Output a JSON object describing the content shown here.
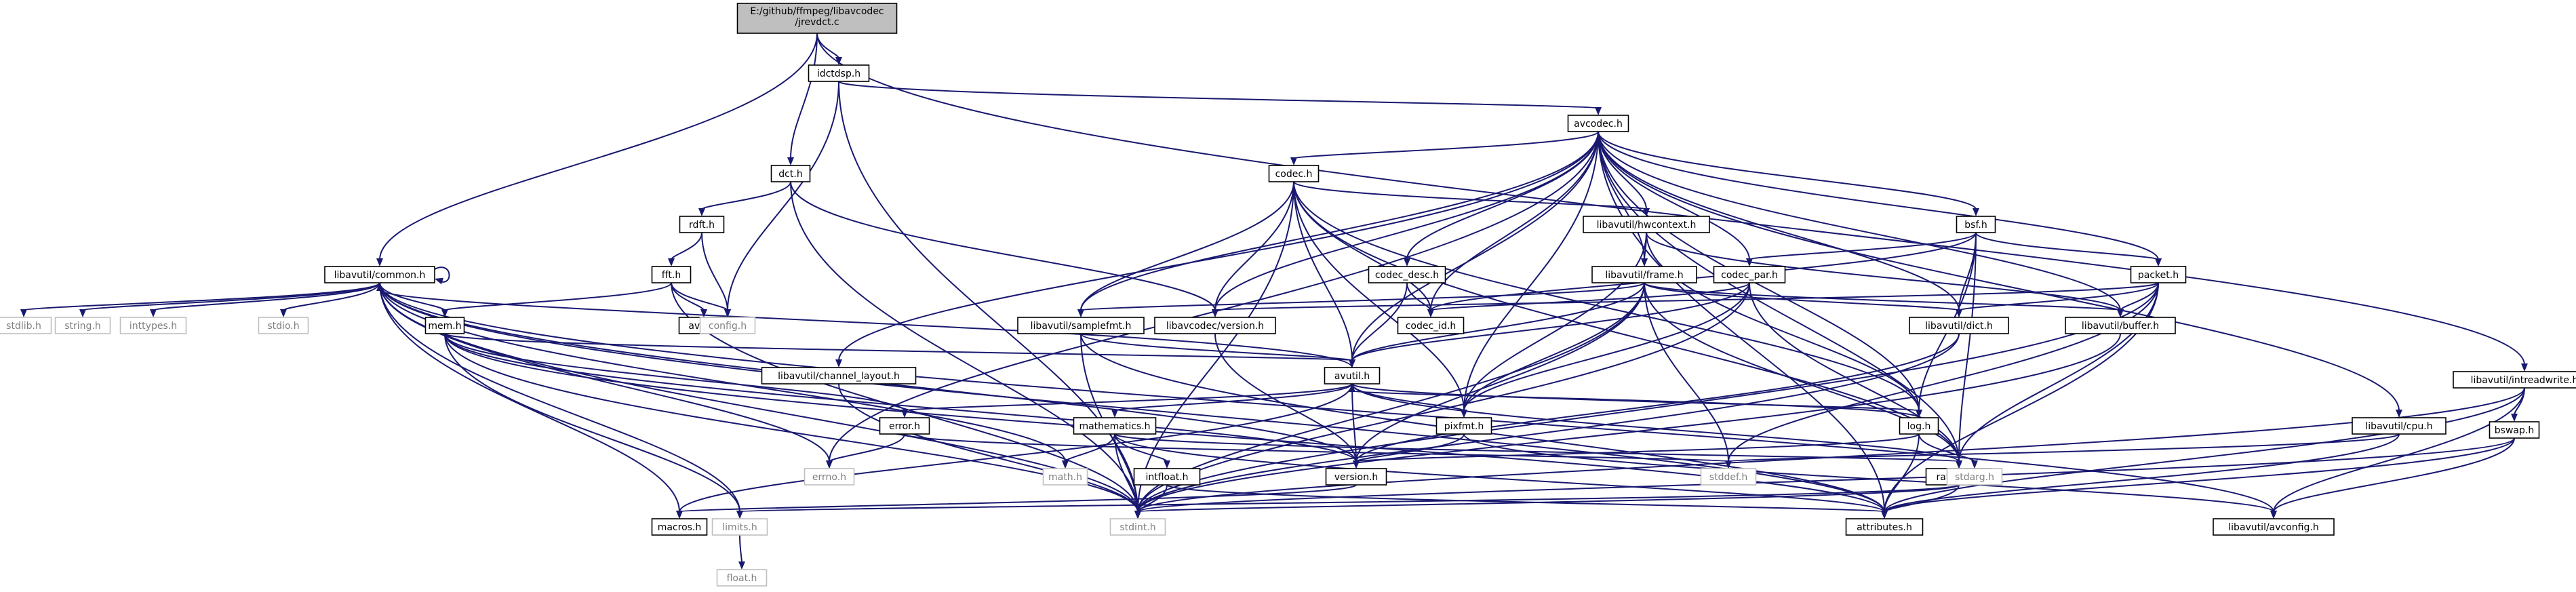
{
  "graph": {
    "colors": {
      "edge": "#191970",
      "node_border": "#000000",
      "root_fill": "#bfbfbf",
      "node_fill": "#ffffff",
      "external_border": "#bfbfbf",
      "external_text": "#7f7f7f",
      "text": "#000000"
    },
    "nodes": [
      {
        "id": "root",
        "lines": [
          "E:/github/ffmpeg/libavcodec",
          "/jrevdct.c"
        ],
        "kind": "root"
      },
      {
        "id": "idctdsp",
        "lines": [
          "idctdsp.h"
        ],
        "kind": "normal"
      },
      {
        "id": "avcodec",
        "lines": [
          "avcodec.h"
        ],
        "kind": "normal"
      },
      {
        "id": "intreadwrite",
        "lines": [
          "libavutil/intreadwrite.h"
        ],
        "kind": "normal"
      },
      {
        "id": "dct",
        "lines": [
          "dct.h"
        ],
        "kind": "normal"
      },
      {
        "id": "codec",
        "lines": [
          "codec.h"
        ],
        "kind": "normal"
      },
      {
        "id": "rdft",
        "lines": [
          "rdft.h"
        ],
        "kind": "normal"
      },
      {
        "id": "hwcontext",
        "lines": [
          "libavutil/hwcontext.h"
        ],
        "kind": "normal"
      },
      {
        "id": "bsf",
        "lines": [
          "bsf.h"
        ],
        "kind": "normal"
      },
      {
        "id": "fft",
        "lines": [
          "fft.h"
        ],
        "kind": "normal"
      },
      {
        "id": "common",
        "lines": [
          "libavutil/common.h"
        ],
        "kind": "normal"
      },
      {
        "id": "codec_desc",
        "lines": [
          "codec_desc.h"
        ],
        "kind": "normal"
      },
      {
        "id": "frame",
        "lines": [
          "libavutil/frame.h"
        ],
        "kind": "normal"
      },
      {
        "id": "codec_par",
        "lines": [
          "codec_par.h"
        ],
        "kind": "normal"
      },
      {
        "id": "packet",
        "lines": [
          "packet.h"
        ],
        "kind": "normal"
      },
      {
        "id": "stdlib",
        "lines": [
          "stdlib.h"
        ],
        "kind": "external"
      },
      {
        "id": "string",
        "lines": [
          "string.h"
        ],
        "kind": "external"
      },
      {
        "id": "inttypes",
        "lines": [
          "inttypes.h"
        ],
        "kind": "external"
      },
      {
        "id": "stdio",
        "lines": [
          "stdio.h"
        ],
        "kind": "external"
      },
      {
        "id": "mem",
        "lines": [
          "mem.h"
        ],
        "kind": "normal"
      },
      {
        "id": "avfft",
        "lines": [
          "avfft.h"
        ],
        "kind": "normal"
      },
      {
        "id": "config",
        "lines": [
          "config.h"
        ],
        "kind": "external"
      },
      {
        "id": "samplefmt",
        "lines": [
          "libavutil/samplefmt.h"
        ],
        "kind": "normal"
      },
      {
        "id": "version",
        "lines": [
          "libavcodec/version.h"
        ],
        "kind": "normal"
      },
      {
        "id": "codec_id",
        "lines": [
          "codec_id.h"
        ],
        "kind": "normal"
      },
      {
        "id": "dict",
        "lines": [
          "libavutil/dict.h"
        ],
        "kind": "normal"
      },
      {
        "id": "buffer",
        "lines": [
          "libavutil/buffer.h"
        ],
        "kind": "normal"
      },
      {
        "id": "channel_layout",
        "lines": [
          "libavutil/channel_layout.h"
        ],
        "kind": "normal"
      },
      {
        "id": "avutil",
        "lines": [
          "avutil.h"
        ],
        "kind": "normal"
      },
      {
        "id": "error",
        "lines": [
          "error.h"
        ],
        "kind": "normal"
      },
      {
        "id": "mathematics",
        "lines": [
          "mathematics.h"
        ],
        "kind": "normal"
      },
      {
        "id": "pixfmt",
        "lines": [
          "pixfmt.h"
        ],
        "kind": "normal"
      },
      {
        "id": "log",
        "lines": [
          "log.h"
        ],
        "kind": "normal"
      },
      {
        "id": "cpu",
        "lines": [
          "libavutil/cpu.h"
        ],
        "kind": "normal"
      },
      {
        "id": "bswap",
        "lines": [
          "bswap.h"
        ],
        "kind": "normal"
      },
      {
        "id": "errno",
        "lines": [
          "errno.h"
        ],
        "kind": "external"
      },
      {
        "id": "math",
        "lines": [
          "math.h"
        ],
        "kind": "external"
      },
      {
        "id": "intfloat",
        "lines": [
          "intfloat.h"
        ],
        "kind": "normal"
      },
      {
        "id": "uversion",
        "lines": [
          "version.h"
        ],
        "kind": "normal"
      },
      {
        "id": "stddef",
        "lines": [
          "stddef.h"
        ],
        "kind": "external"
      },
      {
        "id": "rational",
        "lines": [
          "rational.h"
        ],
        "kind": "normal"
      },
      {
        "id": "stdarg",
        "lines": [
          "stdarg.h"
        ],
        "kind": "external"
      },
      {
        "id": "macros",
        "lines": [
          "macros.h"
        ],
        "kind": "normal"
      },
      {
        "id": "limits",
        "lines": [
          "limits.h"
        ],
        "kind": "external"
      },
      {
        "id": "stdint",
        "lines": [
          "stdint.h"
        ],
        "kind": "external"
      },
      {
        "id": "attributes",
        "lines": [
          "attributes.h"
        ],
        "kind": "normal"
      },
      {
        "id": "avconfig",
        "lines": [
          "libavutil/avconfig.h"
        ],
        "kind": "normal"
      },
      {
        "id": "float",
        "lines": [
          "float.h"
        ],
        "kind": "external"
      }
    ],
    "edges": [
      [
        "root",
        "idctdsp"
      ],
      [
        "root",
        "dct"
      ],
      [
        "root",
        "common"
      ],
      [
        "root",
        "intreadwrite"
      ],
      [
        "idctdsp",
        "avcodec"
      ],
      [
        "idctdsp",
        "config"
      ],
      [
        "idctdsp",
        "stdint"
      ],
      [
        "dct",
        "rdft"
      ],
      [
        "dct",
        "stdint"
      ],
      [
        "dct",
        "version"
      ],
      [
        "rdft",
        "config"
      ],
      [
        "rdft",
        "fft"
      ],
      [
        "fft",
        "config"
      ],
      [
        "fft",
        "avfft"
      ],
      [
        "fft",
        "mem"
      ],
      [
        "fft",
        "stdint"
      ],
      [
        "avcodec",
        "codec"
      ],
      [
        "avcodec",
        "samplefmt"
      ],
      [
        "avcodec",
        "channel_layout"
      ],
      [
        "avcodec",
        "errno"
      ],
      [
        "avcodec",
        "hwcontext"
      ],
      [
        "avcodec",
        "frame"
      ],
      [
        "avcodec",
        "codec_desc"
      ],
      [
        "avcodec",
        "codec_par"
      ],
      [
        "avcodec",
        "bsf"
      ],
      [
        "avcodec",
        "packet"
      ],
      [
        "avcodec",
        "version"
      ],
      [
        "avcodec",
        "codec_id"
      ],
      [
        "avcodec",
        "dict"
      ],
      [
        "avcodec",
        "buffer"
      ],
      [
        "avcodec",
        "avutil"
      ],
      [
        "avcodec",
        "log"
      ],
      [
        "avcodec",
        "cpu"
      ],
      [
        "avcodec",
        "pixfmt"
      ],
      [
        "avcodec",
        "rational"
      ],
      [
        "avcodec",
        "attributes"
      ],
      [
        "codec",
        "stdint"
      ],
      [
        "codec",
        "samplefmt"
      ],
      [
        "codec",
        "version"
      ],
      [
        "codec",
        "avutil"
      ],
      [
        "codec",
        "codec_id"
      ],
      [
        "codec",
        "hwcontext"
      ],
      [
        "codec",
        "log"
      ],
      [
        "codec",
        "pixfmt"
      ],
      [
        "codec",
        "rational"
      ],
      [
        "hwcontext",
        "buffer"
      ],
      [
        "hwcontext",
        "frame"
      ],
      [
        "hwcontext",
        "log"
      ],
      [
        "hwcontext",
        "pixfmt"
      ],
      [
        "codec_desc",
        "avutil"
      ],
      [
        "codec_desc",
        "codec_id"
      ],
      [
        "frame",
        "stddef"
      ],
      [
        "frame",
        "avutil"
      ],
      [
        "frame",
        "buffer"
      ],
      [
        "frame",
        "dict"
      ],
      [
        "frame",
        "rational"
      ],
      [
        "frame",
        "samplefmt"
      ],
      [
        "frame",
        "pixfmt"
      ],
      [
        "frame",
        "uversion"
      ],
      [
        "frame",
        "stdint"
      ],
      [
        "codec_par",
        "stdint"
      ],
      [
        "codec_par",
        "avutil"
      ],
      [
        "codec_par",
        "rational"
      ],
      [
        "codec_par",
        "pixfmt"
      ],
      [
        "codec_par",
        "codec_id"
      ],
      [
        "bsf",
        "dict"
      ],
      [
        "bsf",
        "log"
      ],
      [
        "bsf",
        "rational"
      ],
      [
        "bsf",
        "codec_id"
      ],
      [
        "bsf",
        "codec_par"
      ],
      [
        "bsf",
        "packet"
      ],
      [
        "packet",
        "stddef"
      ],
      [
        "packet",
        "stdint"
      ],
      [
        "packet",
        "attributes"
      ],
      [
        "packet",
        "buffer"
      ],
      [
        "packet",
        "dict"
      ],
      [
        "packet",
        "rational"
      ],
      [
        "packet",
        "version"
      ],
      [
        "channel_layout",
        "stdint"
      ],
      [
        "samplefmt",
        "stdint"
      ],
      [
        "samplefmt",
        "avutil"
      ],
      [
        "samplefmt",
        "attributes"
      ],
      [
        "version",
        "uversion"
      ],
      [
        "dict",
        "stdint"
      ],
      [
        "dict",
        "uversion"
      ],
      [
        "buffer",
        "stdint"
      ],
      [
        "cpu",
        "stddef"
      ],
      [
        "cpu",
        "attributes"
      ],
      [
        "avutil",
        "common"
      ],
      [
        "avutil",
        "error"
      ],
      [
        "avutil",
        "rational"
      ],
      [
        "avutil",
        "mathematics"
      ],
      [
        "avutil",
        "log"
      ],
      [
        "avutil",
        "pixfmt"
      ],
      [
        "avutil",
        "uversion"
      ],
      [
        "avutil",
        "macros"
      ],
      [
        "common",
        "common"
      ],
      [
        "common",
        "errno"
      ],
      [
        "common",
        "inttypes"
      ],
      [
        "common",
        "limits"
      ],
      [
        "common",
        "math"
      ],
      [
        "common",
        "stdint"
      ],
      [
        "common",
        "stdio"
      ],
      [
        "common",
        "stdlib"
      ],
      [
        "common",
        "string"
      ],
      [
        "common",
        "attributes"
      ],
      [
        "common",
        "macros"
      ],
      [
        "common",
        "uversion"
      ],
      [
        "common",
        "avconfig"
      ],
      [
        "common",
        "mem"
      ],
      [
        "mem",
        "limits"
      ],
      [
        "mem",
        "stdint"
      ],
      [
        "mem",
        "attributes"
      ],
      [
        "mem",
        "error"
      ],
      [
        "mem",
        "avutil"
      ],
      [
        "mem",
        "uversion"
      ],
      [
        "error",
        "errno"
      ],
      [
        "error",
        "stddef"
      ],
      [
        "mathematics",
        "stdint"
      ],
      [
        "mathematics",
        "math"
      ],
      [
        "mathematics",
        "attributes"
      ],
      [
        "mathematics",
        "rational"
      ],
      [
        "mathematics",
        "intfloat"
      ],
      [
        "intfloat",
        "stdint"
      ],
      [
        "intfloat",
        "attributes"
      ],
      [
        "pixfmt",
        "uversion"
      ],
      [
        "pixfmt",
        "avconfig"
      ],
      [
        "log",
        "stdarg"
      ],
      [
        "log",
        "avutil"
      ],
      [
        "log",
        "attributes"
      ],
      [
        "log",
        "uversion"
      ],
      [
        "rational",
        "stdint"
      ],
      [
        "rational",
        "limits"
      ],
      [
        "rational",
        "attributes"
      ],
      [
        "uversion",
        "macros"
      ],
      [
        "limits",
        "float"
      ],
      [
        "intreadwrite",
        "stdint"
      ],
      [
        "intreadwrite",
        "avconfig"
      ],
      [
        "intreadwrite",
        "attributes"
      ],
      [
        "intreadwrite",
        "bswap"
      ],
      [
        "bswap",
        "stdint"
      ],
      [
        "bswap",
        "attributes"
      ],
      [
        "bswap",
        "avconfig"
      ]
    ]
  }
}
